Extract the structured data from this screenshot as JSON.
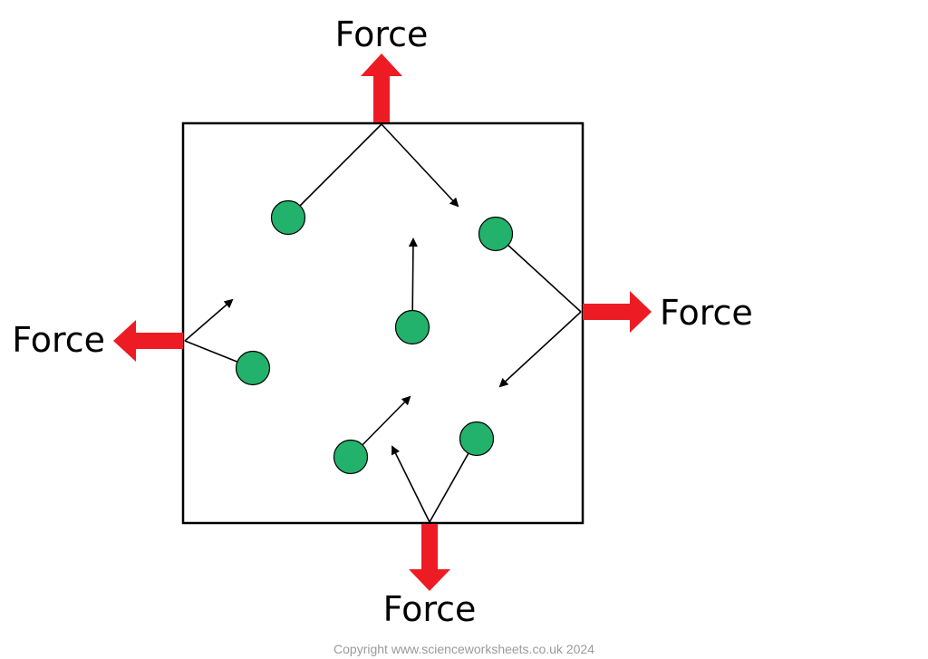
{
  "labels": {
    "top": "Force",
    "right": "Force",
    "left": "Force",
    "bottom": "Force"
  },
  "copyright": "Copyright www.scienceworksheets.co.uk 2024",
  "colors": {
    "force_arrow": "#ed1c24",
    "particle_fill": "#22b26b",
    "particle_stroke": "#000000",
    "container_stroke": "#000000",
    "path_stroke": "#000000",
    "copyright_text": "#9a9a9a"
  },
  "icons": {
    "particle": "gas-particle",
    "force_arrow": "red-block-arrow",
    "motion_arrow": "black-line-arrow"
  }
}
